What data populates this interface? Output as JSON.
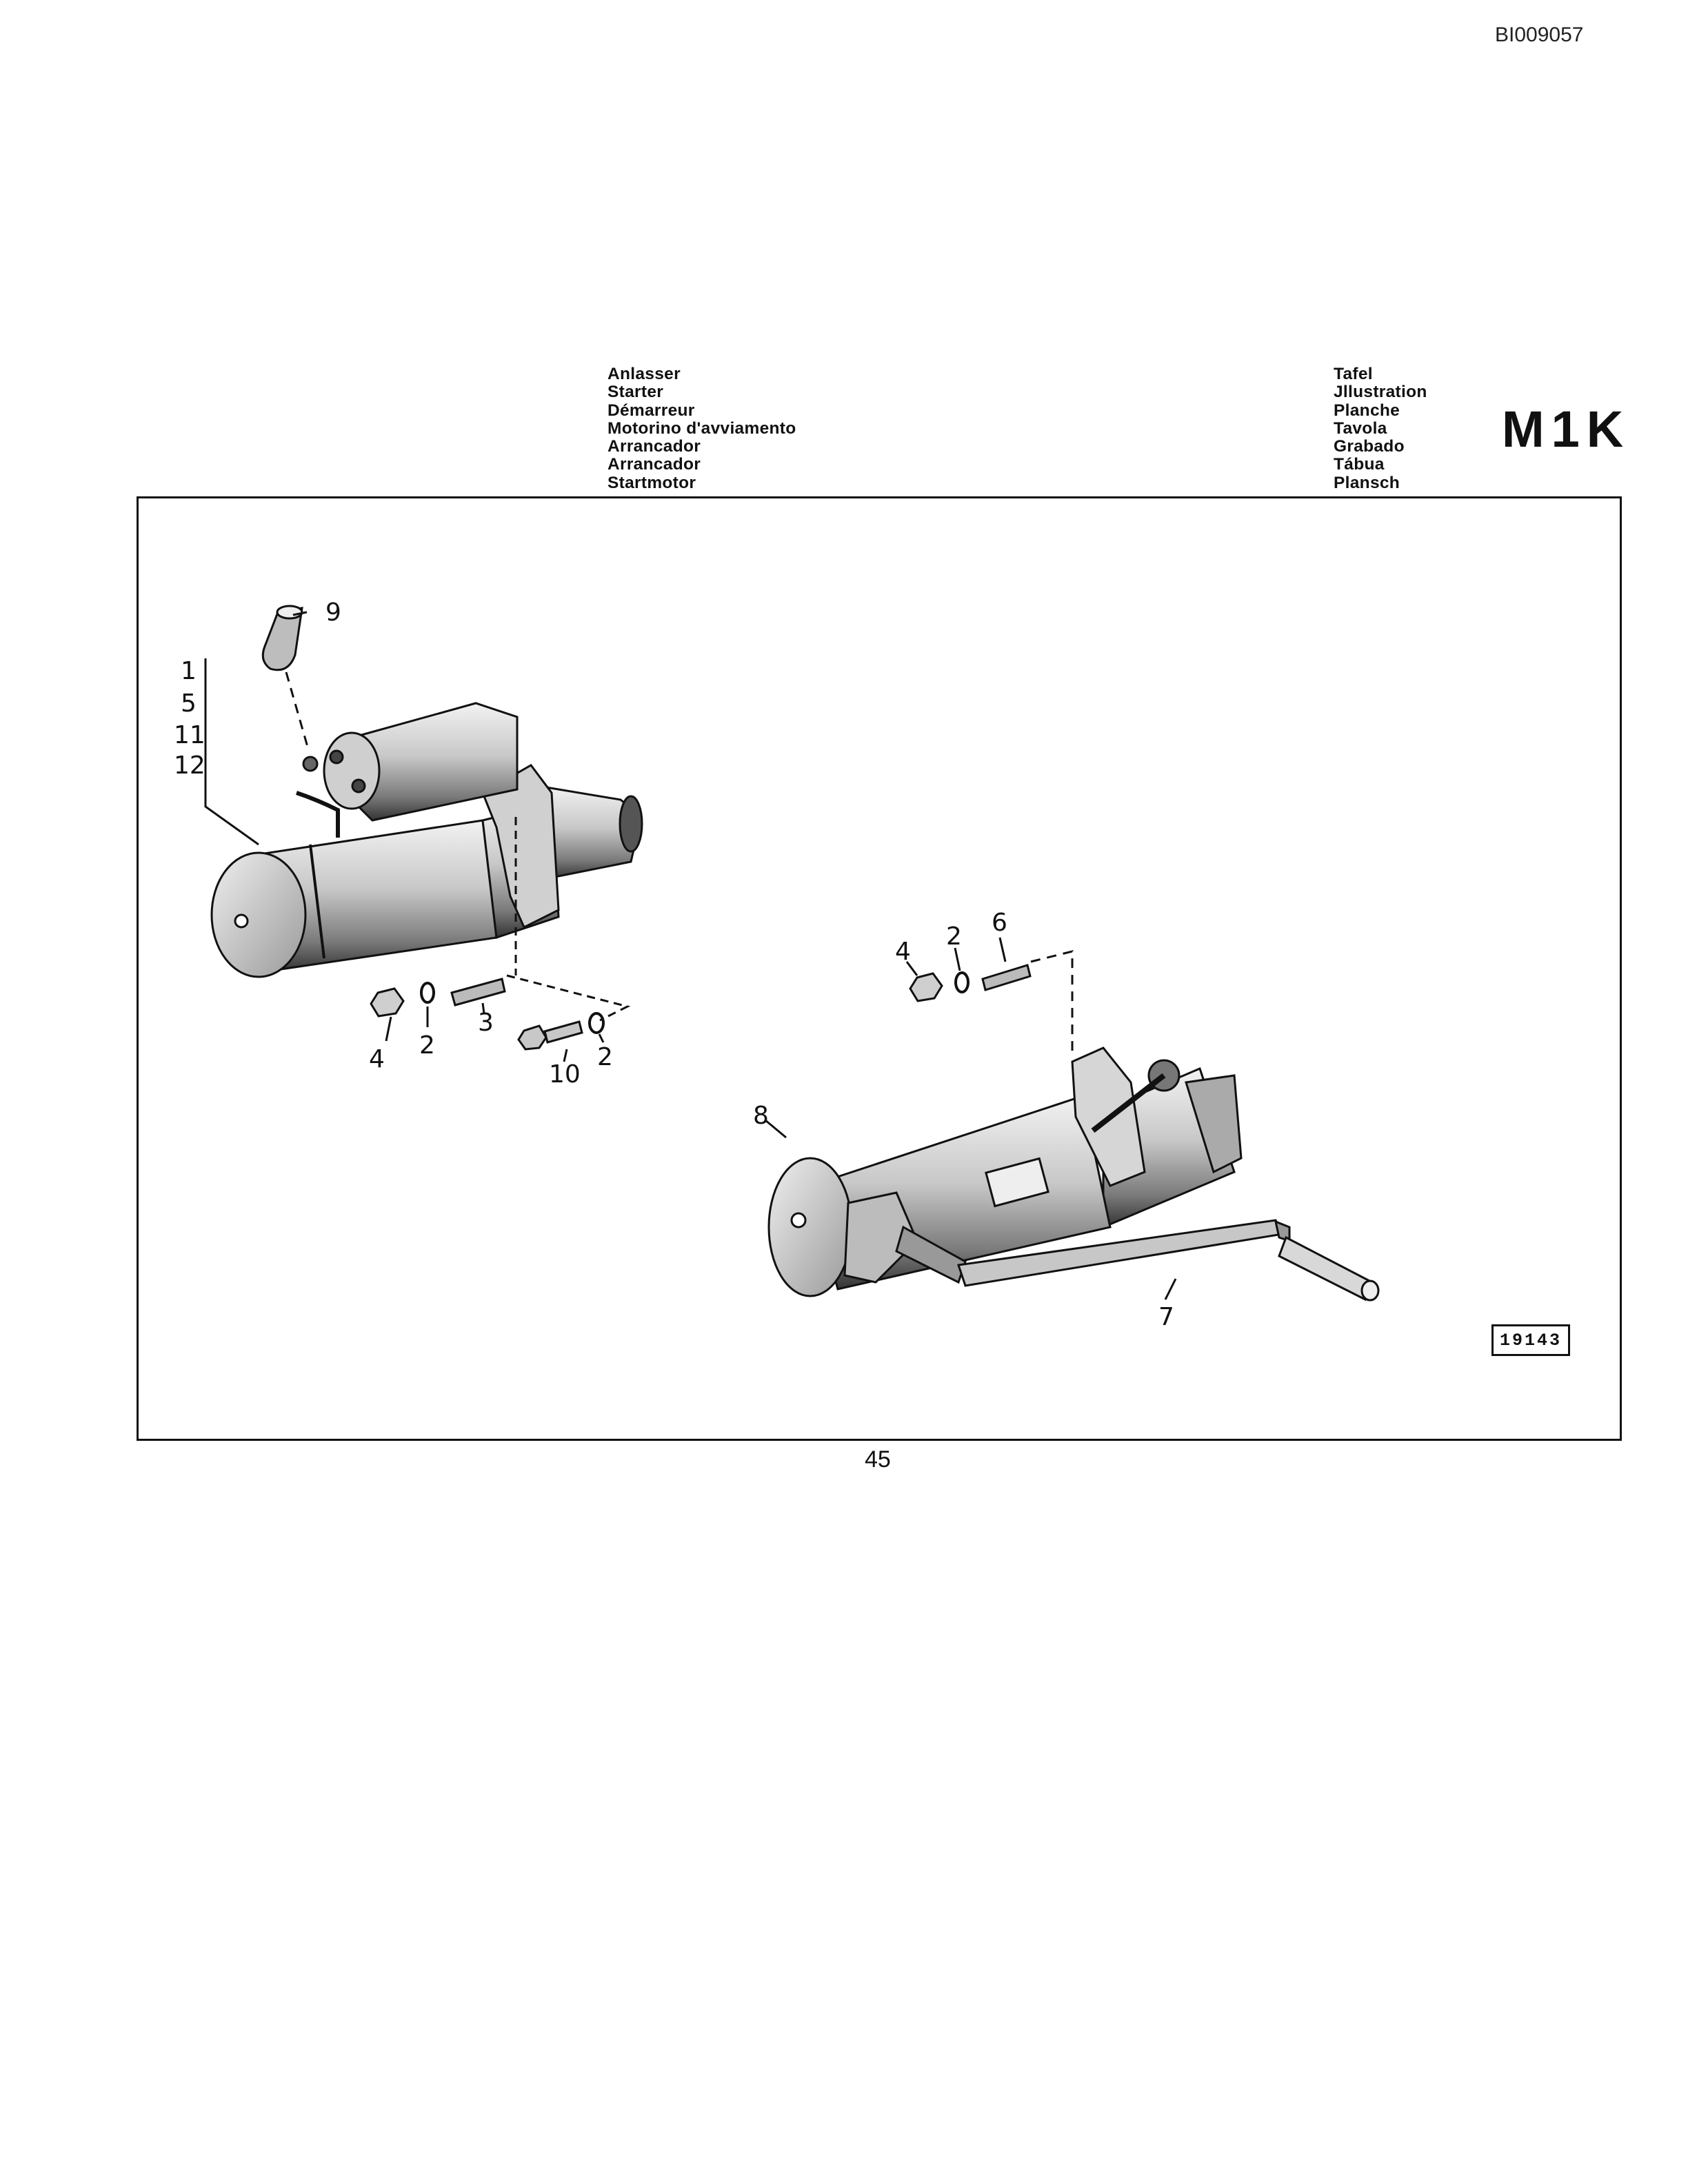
{
  "document_id": "BI009057",
  "header": {
    "titles": [
      "Anlasser",
      "Starter",
      "Démarreur",
      "Motorino d'avviamento",
      "Arrancador",
      "Arrancador",
      "Startmotor"
    ],
    "plate_labels": [
      "Tafel",
      "Jllustration",
      "Planche",
      "Tavola",
      "Grabado",
      "Tábua",
      "Plansch"
    ],
    "plate_code": "M1K"
  },
  "diagram": {
    "callouts": {
      "c1": "1",
      "c5": "5",
      "c11": "11",
      "c12": "12",
      "c9": "9",
      "c4a": "4",
      "c2a": "2",
      "c3": "3",
      "c10": "10",
      "c2b": "2",
      "c4b": "4",
      "c2c": "2",
      "c6": "6",
      "c8": "8",
      "c7": "7"
    },
    "reference_number": "19143"
  },
  "page_number": "45"
}
